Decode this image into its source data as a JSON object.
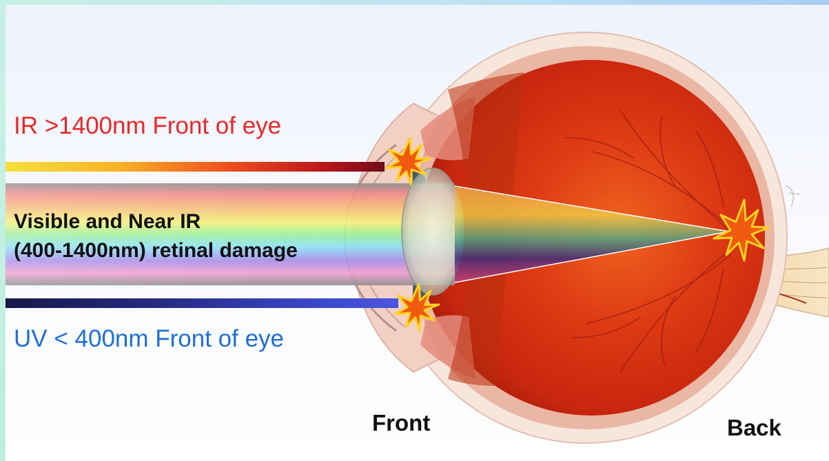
{
  "diagram": {
    "labels": {
      "ir": "IR >1400nm Front of eye",
      "visible_line1": "Visible and Near IR",
      "visible_line2": "(400-1400nm) retinal damage",
      "uv": "UV < 400nm Front of eye",
      "front": "Front",
      "back": "Back"
    },
    "colors": {
      "ir_text": "#e8282a",
      "uv_text": "#1e6fd6",
      "eye_red": "#d8321a",
      "starburst": "#f05a10"
    }
  }
}
